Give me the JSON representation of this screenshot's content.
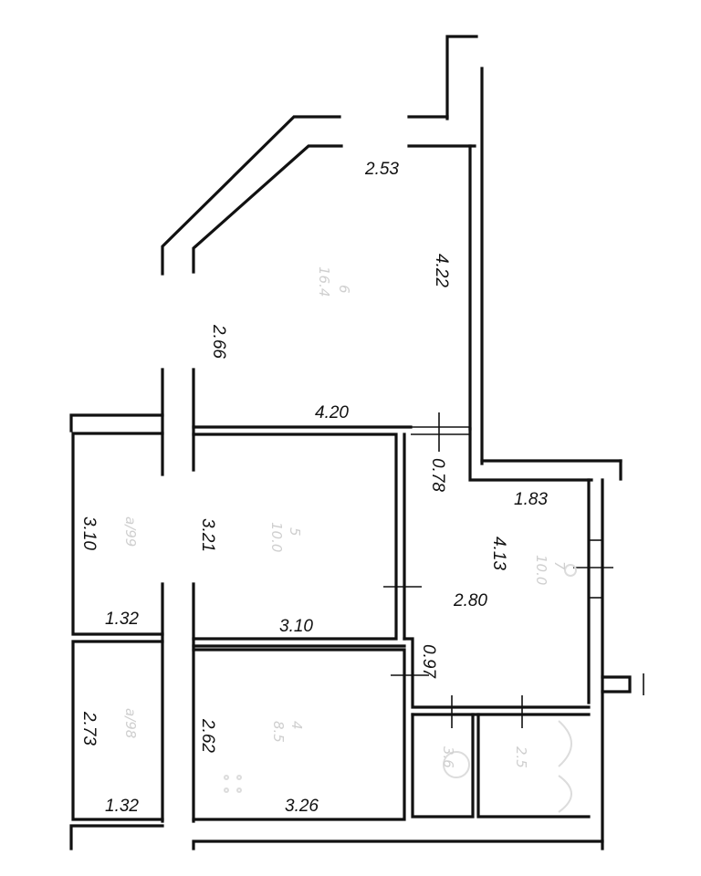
{
  "dimensions": {
    "top_width": "2.53",
    "top_right_wall": "4.22",
    "left_wall_upper": "2.66",
    "upper_room_bottom": "4.20",
    "hall_gap": "0.78",
    "right_room_top": "1.83",
    "hall_height": "4.13",
    "hall_width": "2.80",
    "loggia_left_upper": "3.10",
    "room5_left": "3.21",
    "loggia_bottom_upper": "1.32",
    "room5_bottom": "3.10",
    "hall_lower_gap": "0.97",
    "loggia_left_lower": "2.73",
    "room4_left": "2.62",
    "loggia_bottom_lower": "1.32",
    "room4_bottom": "3.26"
  },
  "rooms": {
    "room6": {
      "number": "6",
      "area": "16.4"
    },
    "room5": {
      "number": "5",
      "area": "10.0"
    },
    "room7": {
      "number": "7",
      "area": "10.0"
    },
    "room4": {
      "number": "4",
      "area": "8.5"
    },
    "loggia_upper": {
      "label": "a/99"
    },
    "loggia_lower": {
      "label": "a/98"
    },
    "bath": {
      "label": "3.6"
    },
    "wc": {
      "label": "2.5"
    }
  }
}
